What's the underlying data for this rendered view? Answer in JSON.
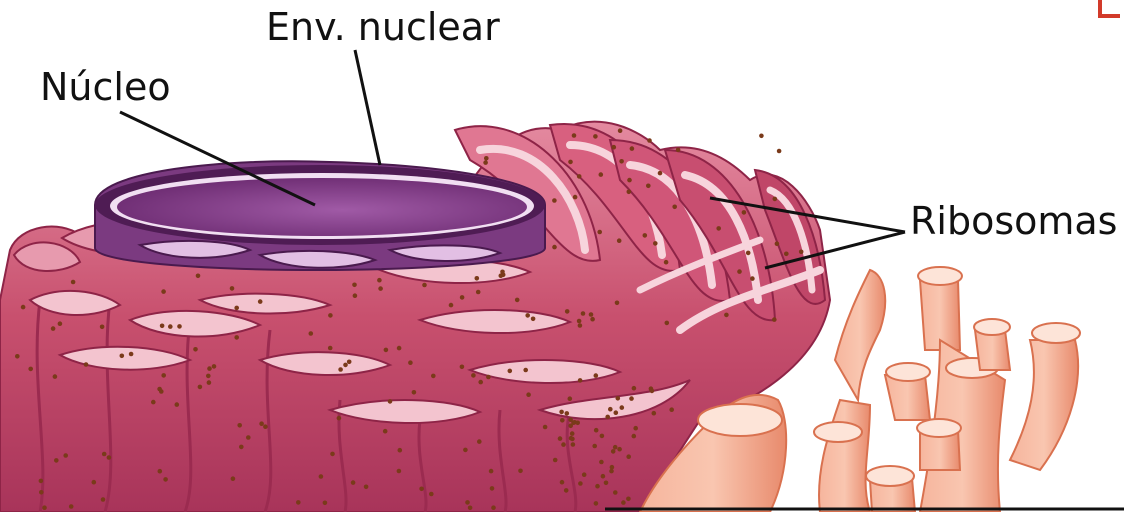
{
  "diagram": {
    "labels": {
      "envelope": "Env. nuclear",
      "nucleus": "Núcleo",
      "ribosomes": "Ribosomas"
    },
    "colors": {
      "rer_fill": "#c8506e",
      "rer_dark": "#8e2447",
      "rer_light": "#e89aa8",
      "nucleus_fill": "#8a3f8c",
      "nucleus_dark": "#4a1a4e",
      "ser_fill": "#f2a58c",
      "ser_dark": "#d9714f",
      "ribosome": "#7a3a1a",
      "leader": "#111111",
      "corner": "#d23a2a"
    }
  }
}
